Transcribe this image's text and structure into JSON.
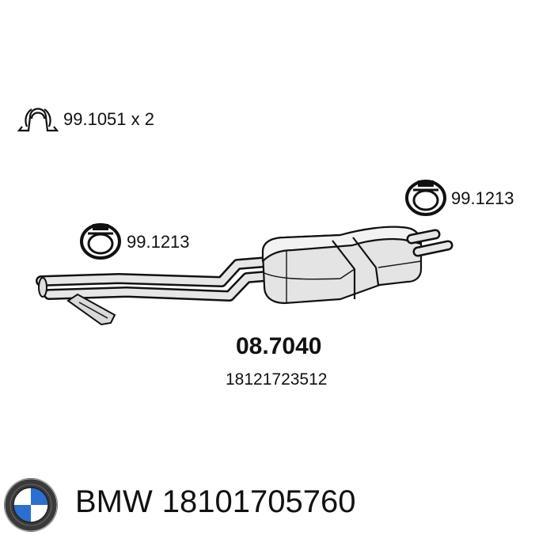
{
  "clamp": {
    "icon": "exhaust-clamp-icon",
    "label": "99.1051 x 2"
  },
  "mount_right": {
    "icon": "rubber-mount-ring-icon",
    "label": "99.1213"
  },
  "mount_left": {
    "icon": "rubber-mount-ring-icon",
    "label": "99.1213"
  },
  "part": {
    "number": "08.7040",
    "oem": "18121723512"
  },
  "brand": {
    "name": "BMW",
    "part_number": "18101705760",
    "logo": "bmw-roundel-logo",
    "colors": {
      "blue": "#2a6fd1",
      "ring": "#222222"
    }
  }
}
